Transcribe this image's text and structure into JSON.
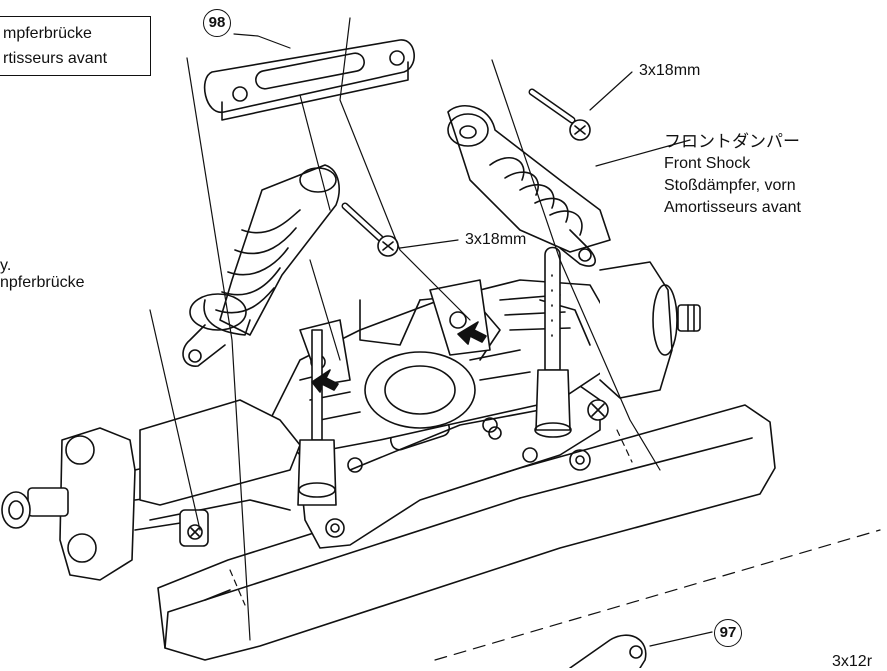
{
  "box_label": {
    "line1": "mpferbrücke",
    "line2": "rtisseurs avant"
  },
  "left_note": {
    "line1": "y.",
    "line2": "npferbrücke"
  },
  "parts": {
    "part98": "98",
    "part97": "97"
  },
  "screws": {
    "top": "3x18mm",
    "middle": "3x18mm",
    "bottom_right": "3x12r"
  },
  "front_shock": {
    "jp": "フロントダンパー",
    "en": "Front Shock",
    "de": "Stoßdämpfer, vorn",
    "fr": "Amortisseurs avant"
  }
}
